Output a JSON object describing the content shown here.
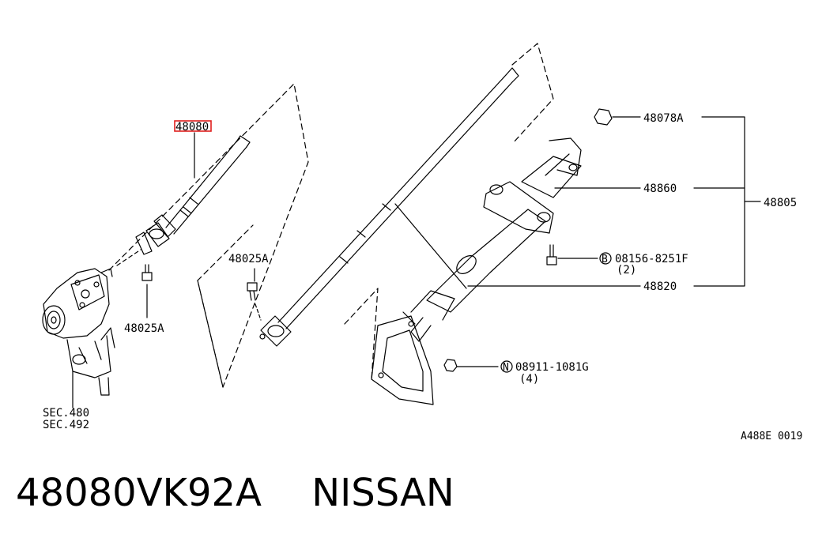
{
  "diagram": {
    "labels": {
      "p48080": "48080",
      "p48025a_left": "48025A",
      "p48025a_mid": "48025A",
      "sec480": "SEC.480",
      "sec492": "SEC.492",
      "p48078a": "48078A",
      "p48860": "48860",
      "p48805": "48805",
      "p08156": "08156-8251F",
      "p08156_qty": "(2)",
      "p48820": "48820",
      "p08911": "08911-1081G",
      "p08911_qty": "(4)",
      "mark_b": "B",
      "mark_n": "N",
      "code": "A488E 0019"
    },
    "highlight_color": "#e0201e"
  },
  "caption": {
    "part_number": "48080VK92A",
    "brand": "NISSAN"
  }
}
